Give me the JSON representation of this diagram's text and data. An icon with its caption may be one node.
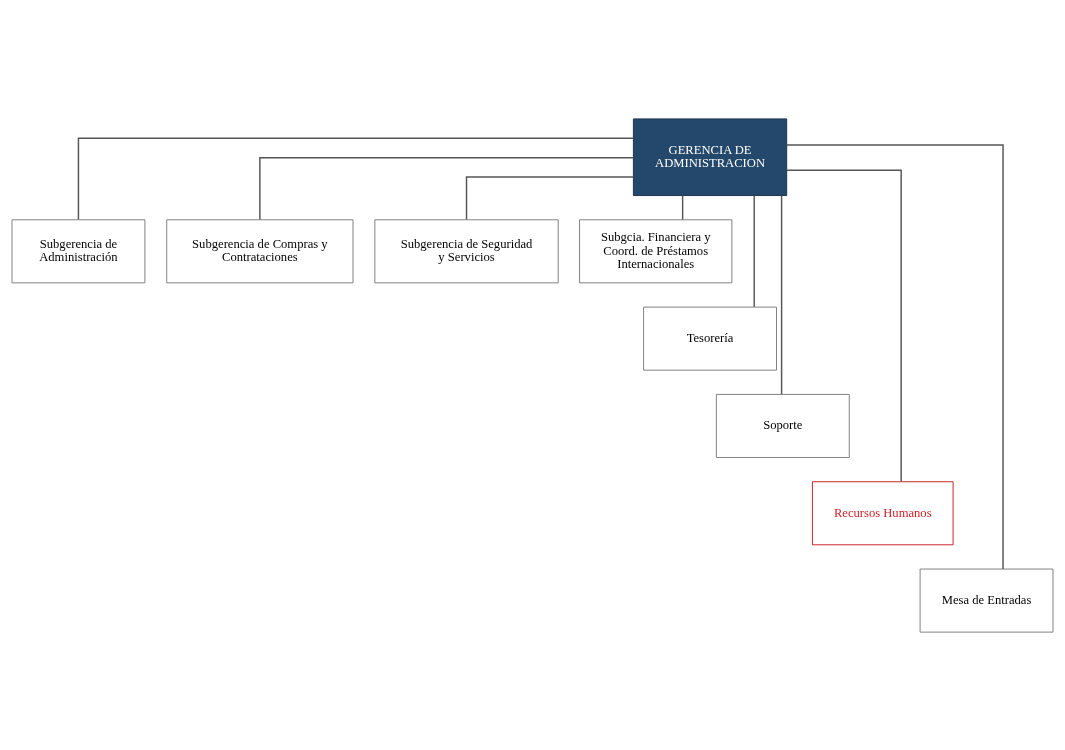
{
  "diagram": {
    "nodes": [
      {
        "text": [
          "GERENCIA DE ADMINISTRACION"
        ]
      },
      {
        "text": [
          "Subgerencia de Administración"
        ]
      },
      {
        "text": [
          "Subgerencia de Compras y Contrataciones"
        ]
      },
      {
        "text": [
          "Subgerencia de Seguridad y Servicios"
        ]
      },
      {
        "text": [
          "Subgcia. Financiera y Coord. de Préstamos Internacionales"
        ]
      },
      {
        "text": [
          "Tesorería"
        ]
      },
      {
        "text": [
          "Soporte"
        ]
      },
      {
        "text": [
          "Recursos Humanos"
        ]
      },
      {
        "text": [
          "Mesa de Entradas"
        ]
      }
    ],
    "edges": [
      {
        "from": 0,
        "to": 1,
        "arrow": "none"
      },
      {
        "from": 0,
        "to": 2,
        "arrow": "none"
      },
      {
        "from": 0,
        "to": 3,
        "arrow": "none"
      },
      {
        "from": 0,
        "to": 4,
        "arrow": "none"
      },
      {
        "from": 0,
        "to": 5,
        "arrow": "none"
      },
      {
        "from": 0,
        "to": 6,
        "arrow": "none"
      },
      {
        "from": 0,
        "to": 7,
        "arrow": "none"
      },
      {
        "from": 0,
        "to": 8,
        "arrow": "none"
      }
    ]
  }
}
